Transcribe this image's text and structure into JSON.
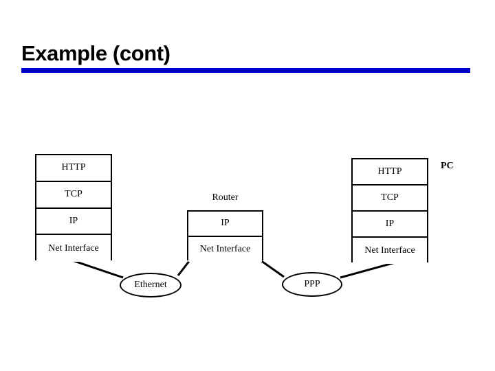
{
  "slide": {
    "title": "Example (cont)",
    "accent_color": "#0000CC",
    "background_color": "#FFFFFF",
    "line_color": "#000000"
  },
  "diagram": {
    "type": "network-protocol-stack",
    "stacks": [
      {
        "id": "host-left",
        "label": "",
        "layers": [
          {
            "name": "HTTP"
          },
          {
            "name": "TCP"
          },
          {
            "name": "IP"
          },
          {
            "name": "Net Interface"
          }
        ]
      },
      {
        "id": "router",
        "label": "Router",
        "layers": [
          {
            "name": "IP"
          },
          {
            "name": "Net Interface"
          }
        ]
      },
      {
        "id": "host-right",
        "label": "PC",
        "layers": [
          {
            "name": "HTTP"
          },
          {
            "name": "TCP"
          },
          {
            "name": "IP"
          },
          {
            "name": "Net Interface"
          }
        ]
      }
    ],
    "networks": [
      {
        "id": "ethernet",
        "name": "Ethernet"
      },
      {
        "id": "ppp",
        "name": "PPP"
      }
    ]
  }
}
